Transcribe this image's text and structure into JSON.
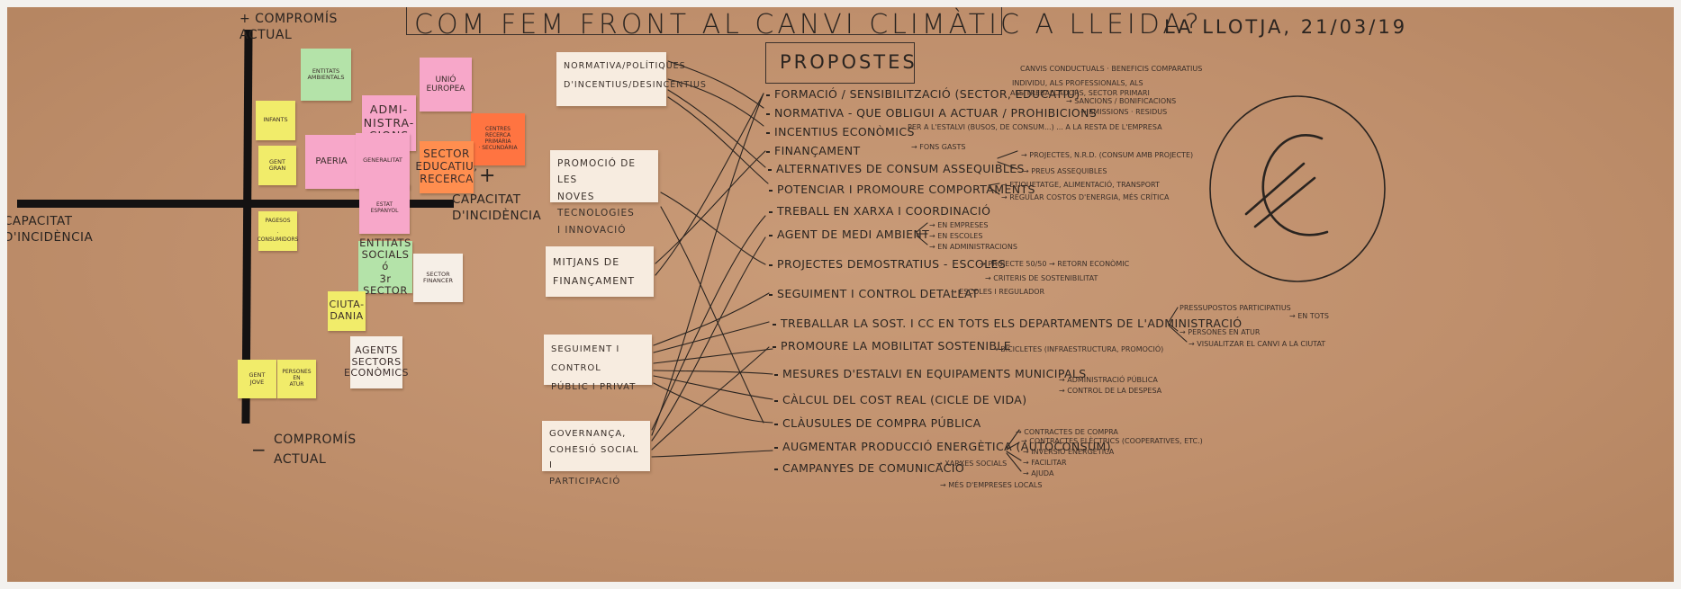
{
  "board": {
    "title": "COM FEM FRONT AL CANVI CLIMÀTIC A LLEIDA?",
    "place_date": "LA LLOTJA, 21/03/19",
    "axis": {
      "top_label": "+ COMPROMÍS\nACTUAL",
      "bottom_label": "COMPROMÍS\nACTUAL",
      "left_label": "CAPACITAT\nD'INCIDÈNCIA",
      "right_label": "CAPACITAT\nD'INCIDÈNCIA",
      "plus": "+",
      "minus": "−"
    },
    "stickies": [
      {
        "id": "entitats-ambientals",
        "text": "ENTITATS\nAMBIENTALS",
        "color": "green",
        "size": 7
      },
      {
        "id": "unio-europea",
        "text": "UNIÓ\nEUROPEA",
        "color": "pink",
        "size": 9
      },
      {
        "id": "infants",
        "text": "INFANTS",
        "color": "yellow",
        "size": 7
      },
      {
        "id": "administracions",
        "text": "ADMI-\nNISTRA-\nCIONS",
        "color": "pink",
        "size": 13
      },
      {
        "id": "centres-recerca",
        "text": "CENTRES\nRECERCA\nPRIMÀRIA\n· SECUNDÀRIA",
        "color": "red",
        "size": 6
      },
      {
        "id": "gent-gran",
        "text": "GENT\nGRAN",
        "color": "yellow",
        "size": 7
      },
      {
        "id": "paeria",
        "text": "PAERIA",
        "color": "pink",
        "size": 10
      },
      {
        "id": "generalitat",
        "text": "GENERALITAT",
        "color": "pink",
        "size": 7
      },
      {
        "id": "sector-educatiu",
        "text": "SECTOR\nEDUCATIU,\nRECERCA",
        "color": "orange",
        "size": 13
      },
      {
        "id": "estat",
        "text": "ESTAT\nESPANYOL",
        "color": "pink",
        "size": 6
      },
      {
        "id": "pagesos",
        "text": "PAGESOS\n\n· CONSUMIDORS",
        "color": "yellow",
        "size": 6
      },
      {
        "id": "entitats-socials",
        "text": "ENTITATS\nSOCIALS ó\n3r SECTOR",
        "color": "green",
        "size": 12
      },
      {
        "id": "sector-financer",
        "text": "SECTOR\nFINANCER",
        "color": "white",
        "size": 7
      },
      {
        "id": "ciutadania",
        "text": "CIUTA-\nDANIA",
        "color": "yellow",
        "size": 12
      },
      {
        "id": "agents-sectors",
        "text": "AGENTS\nSECTORS\nECONÒMICS",
        "color": "white",
        "size": 12
      },
      {
        "id": "gent-jove",
        "text": "GENT\nJOVE",
        "color": "yellow",
        "size": 7
      },
      {
        "id": "persones-atur",
        "text": "PERSONES\nEN\nATUR",
        "color": "yellow",
        "size": 7
      }
    ],
    "cards": [
      {
        "id": "normativa",
        "text": "NORMATIVA/POLÍTIQUES\nD'INCENTIUS/DESINCENTIUS"
      },
      {
        "id": "promocio",
        "text": "PROMOCIÓ DE LES\nNOVES TECNOLOGIES\nI INNOVACIÓ"
      },
      {
        "id": "mitjans",
        "text": "MITJANS DE\nFINANÇAMENT"
      },
      {
        "id": "seguiment",
        "text": "SEGUIMENT I CONTROL\nPÚBLIC I PRIVAT"
      },
      {
        "id": "governanca",
        "text": "GOVERNANÇA,\nCOHESIÓ SOCIAL I\nPARTICIPACIÓ"
      }
    ],
    "propostes_title": "PROPOSTES",
    "proposals": [
      "FORMACIÓ / SENSIBILITZACIÓ (SECTOR, EDUCATIU)",
      "NORMATIVA - QUE OBLIGUI A ACTUAR / PROHIBICIONS",
      "INCENTIUS ECONÒMICS",
      "FINANÇAMENT",
      "ALTERNATIVES DE CONSUM ASSEQUIBLES",
      "POTENCIAR I PROMOURE COMPORTAMENTS",
      "TREBALL EN XARXA I COORDINACIÓ",
      "AGENT DE MEDI AMBIENT",
      "PROJECTES DEMOSTRATIUS - ESCOLES",
      "SEGUIMENT I CONTROL DETALLAT",
      "TREBALLAR LA SOST. I CC EN TOTS ELS DEPARTAMENTS DE L'ADMINISTRACIÓ",
      "PROMOURE LA MOBILITAT SOSTENIBLE",
      "MESURES D'ESTALVI EN EQUIPAMENTS MUNICIPALS",
      "CÀLCUL DEL COST REAL (CICLE DE VIDA)",
      "CLÀUSULES DE COMPRA PÚBLICA",
      "AUGMENTAR PRODUCCIÓ ENERGÈTICA (AUTOCONSUM)",
      "CAMPANYES DE COMUNICACIÓ"
    ],
    "side_notes": [
      "CANVIS CONDUCTUALS · BENEFICIS COMPARATIUS",
      "INDIVIDU, ALS PROFESSIONALS, ALS",
      "ALS TREBALLADORS, SECTOR PRIMARI",
      "→ SANCIONS / BONIFICACIONS",
      "→ EMISSIONS · RESIDUS",
      "PER A L'ESTALVI (BUSOS, DE CONSUM...) ... A LA RESTA DE L'EMPRESA",
      "→ FONS GASTS",
      "→ PROJECTES, N.R.D. (CONSUM AMB PROJECTE)",
      "→ PREUS ASSEQUIBLES",
      "→ ETIQUETATGE, ALIMENTACIÓ, TRANSPORT",
      "→ REGULAR COSTOS D'ENERGIA, MÉS CRÍTICA",
      "→ EN EMPRESES",
      "→ EN ESCOLES",
      "→ EN ADMINISTRACIONS",
      "→ PROJECTE 50/50 → RETORN ECONÒMIC",
      "→ CRITERIS DE SOSTENIBILITAT",
      "→ ESCOLES I REGULADOR",
      "PRESSUPOSTOS PARTICIPATIUS",
      "→ PERSONES EN ATUR",
      "→ VISUALITZAR EL CANVI A LA CIUTAT",
      "→ EN TOTS",
      "→ BICICLETES (INFRAESTRUCTURA, PROMOCIÓ)",
      "→ ADMINISTRACIÓ PÚBLICA",
      "→ CONTROL DE LA DESPESA",
      "→ CONTRACTES DE COMPRA",
      "→ CONTRACTES ELÈCTRICS (COOPERATIVES, ETC.)",
      "→ INVERSIÓ ENERGÈTICA",
      "→ FACILITAR",
      "→ AJUDA",
      "→ XARXES SOCIALS",
      "→ MÉS D'EMPRESES LOCALS"
    ],
    "colors": {
      "paper": "#c4946f",
      "ink": "#2a2420",
      "yellow": "#f1ec6a",
      "green": "#b4e3a9",
      "pink": "#f7a7c9",
      "orange": "#ff8e4f",
      "red": "#ff7441",
      "white": "#f6efe7"
    }
  }
}
